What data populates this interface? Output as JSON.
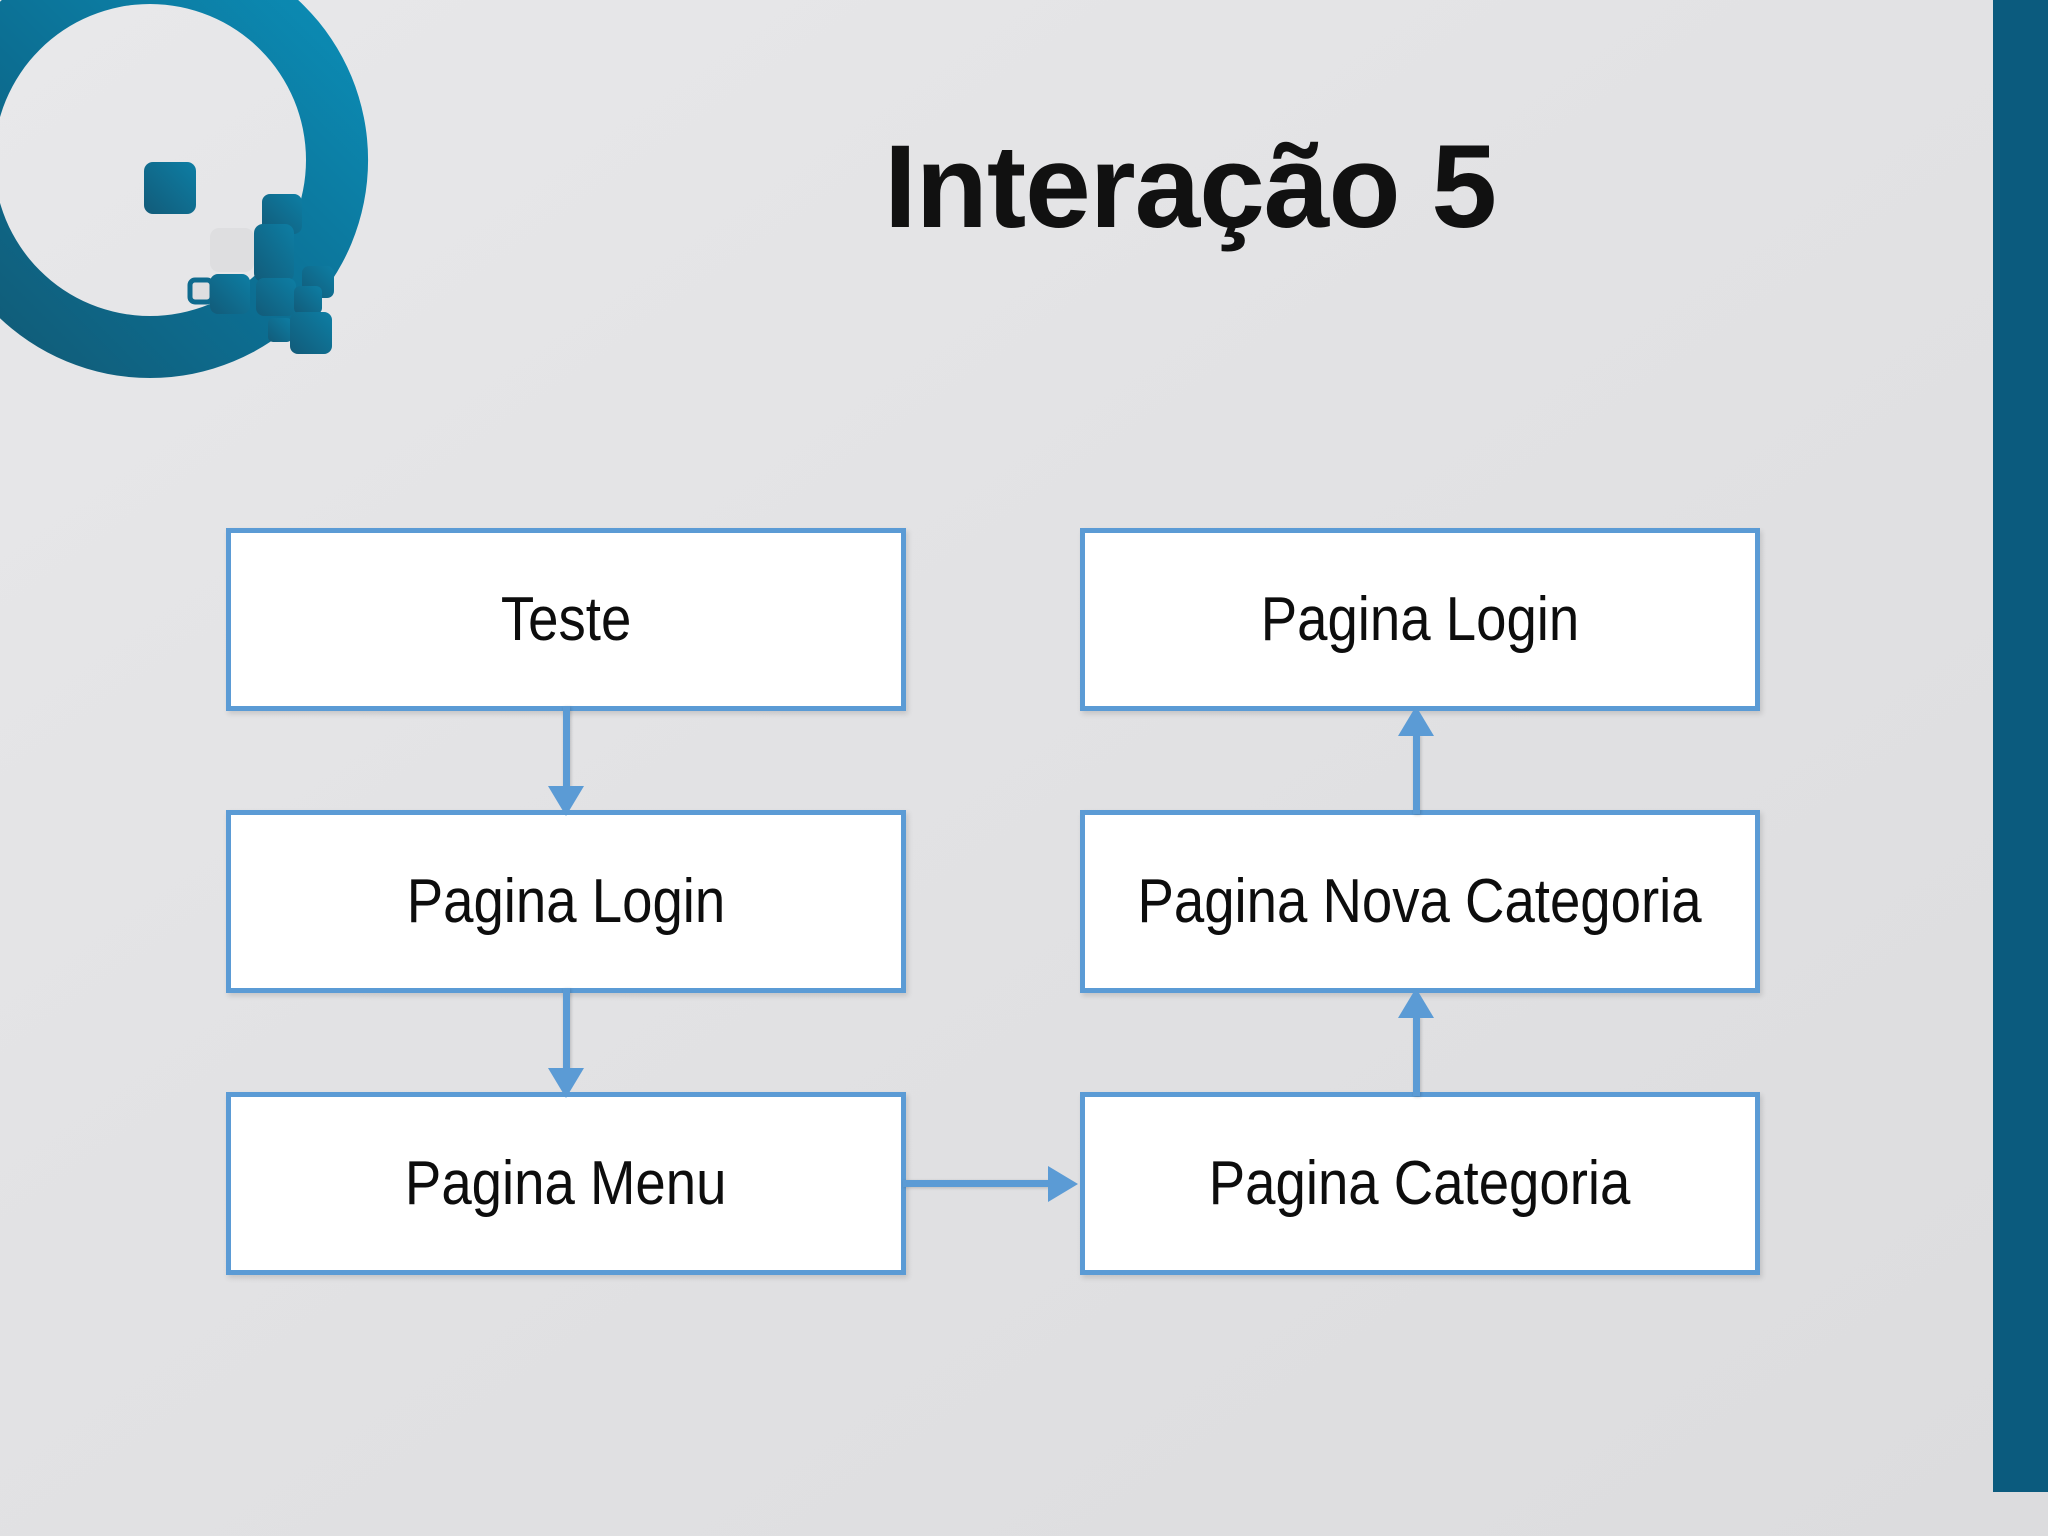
{
  "slide": {
    "title": "Interação 5",
    "background_color": "#e2e2e4",
    "accent_bar_color": "#0b5b7e",
    "box_border_color": "#5b9bd5",
    "box_fill_color": "#ffffff",
    "connector_color": "#5b9bd5",
    "title_color": "#111111"
  },
  "logo": {
    "name": "quati-circle-pixels-logo",
    "ring_color_light": "#0b8ab4",
    "ring_color_dark": "#13566f",
    "square_color": "#0e6a8e"
  },
  "diagram": {
    "type": "flowchart",
    "nodes": [
      {
        "id": "teste",
        "label": "Teste",
        "column": "left",
        "row": 1
      },
      {
        "id": "login_left",
        "label": "Pagina Login",
        "column": "left",
        "row": 2
      },
      {
        "id": "menu",
        "label": "Pagina Menu",
        "column": "left",
        "row": 3
      },
      {
        "id": "login_right",
        "label": "Pagina Login",
        "column": "right",
        "row": 1
      },
      {
        "id": "nova_categoria",
        "label": "Pagina Nova Categoria",
        "column": "right",
        "row": 2
      },
      {
        "id": "categoria",
        "label": "Pagina Categoria",
        "column": "right",
        "row": 3
      }
    ],
    "edges": [
      {
        "from": "teste",
        "to": "login_left",
        "direction": "down"
      },
      {
        "from": "login_left",
        "to": "menu",
        "direction": "down"
      },
      {
        "from": "menu",
        "to": "categoria",
        "direction": "right"
      },
      {
        "from": "categoria",
        "to": "nova_categoria",
        "direction": "up"
      },
      {
        "from": "nova_categoria",
        "to": "login_right",
        "direction": "up"
      }
    ]
  }
}
